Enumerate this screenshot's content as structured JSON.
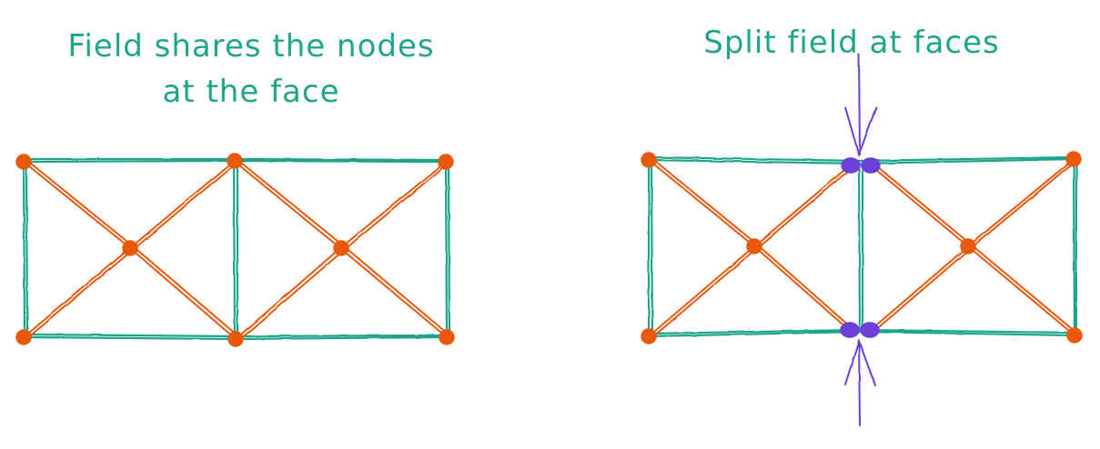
{
  "colors": {
    "background": "#ffffff",
    "green": "#1fa58a",
    "orange": "#e8590c",
    "purple": "#6b3fd8"
  },
  "left_panel": {
    "title_line_1": "Field shares the nodes",
    "title_line_2": "at the face"
  },
  "right_panel": {
    "title": "Split field at faces"
  }
}
